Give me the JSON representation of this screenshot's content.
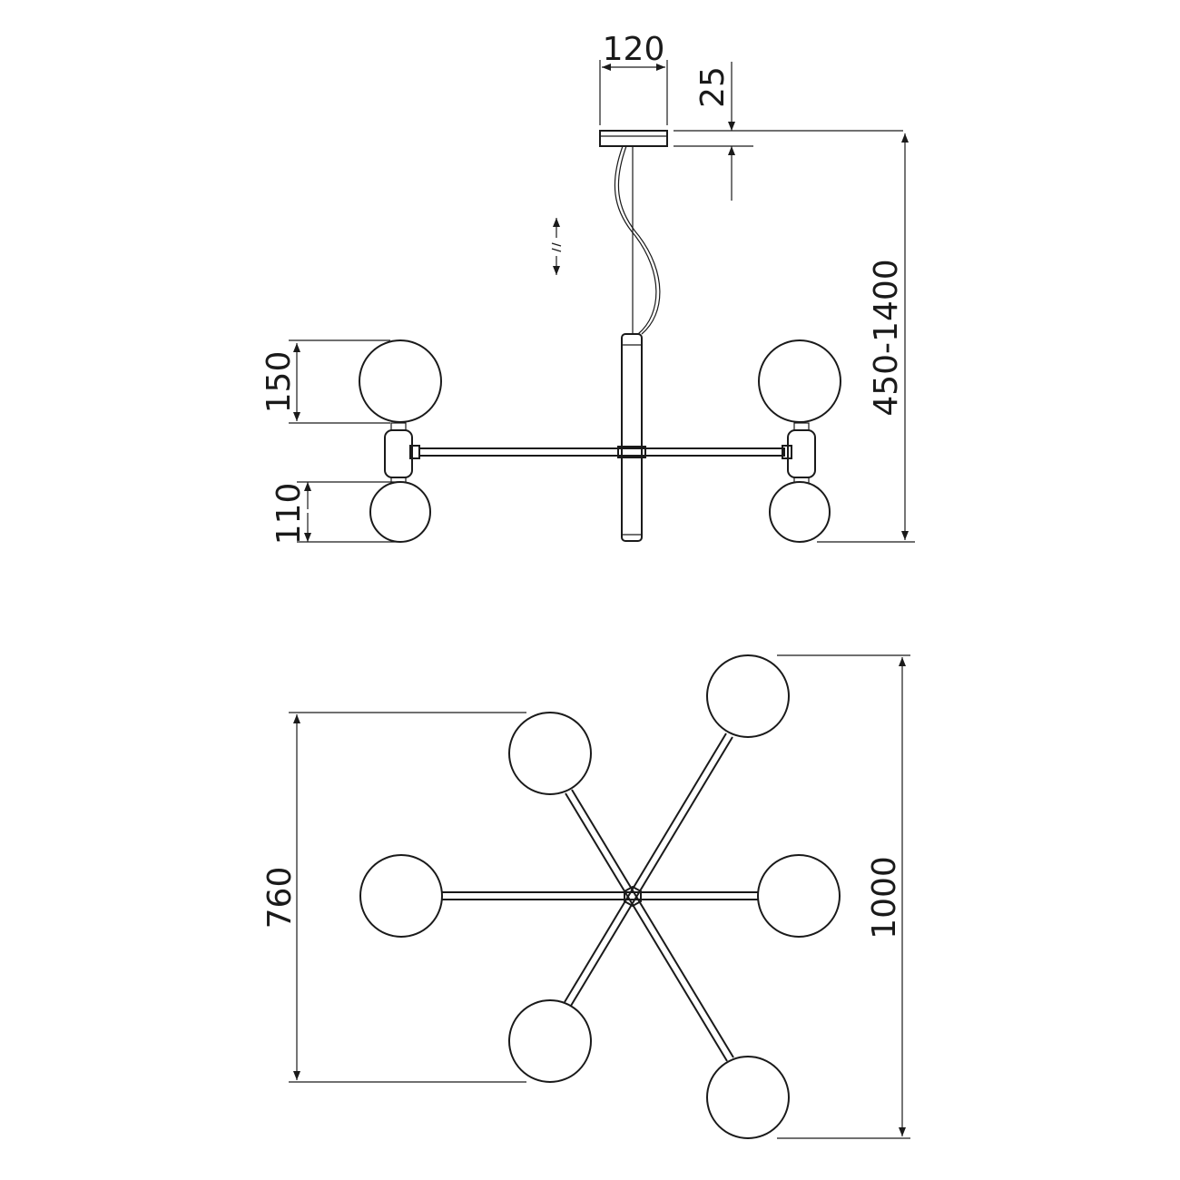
{
  "drawing": {
    "side_view": {
      "canopy_width_label": "120",
      "canopy_height_label": "25",
      "total_height_label": "450-1400",
      "upper_globe_label": "150",
      "lower_globe_label": "110"
    },
    "top_view": {
      "width_label": "760",
      "length_label": "1000"
    },
    "colors": {
      "line": "#1a1a1a",
      "background": "#ffffff"
    }
  }
}
